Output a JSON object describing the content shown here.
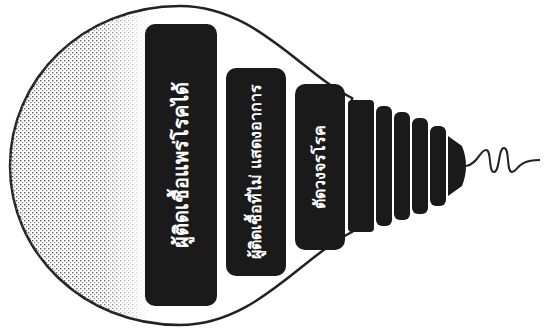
{
  "diagram": {
    "nodes": [
      {
        "text": [
          "ผู้ติดเชื้อแพร่โรคได้"
        ]
      },
      {
        "text": [
          "ผู้ติดเชื้อที่ไม่ แสดงอาการ"
        ]
      },
      {
        "text": [
          "ตัดวงจรโรค"
        ]
      }
    ]
  }
}
